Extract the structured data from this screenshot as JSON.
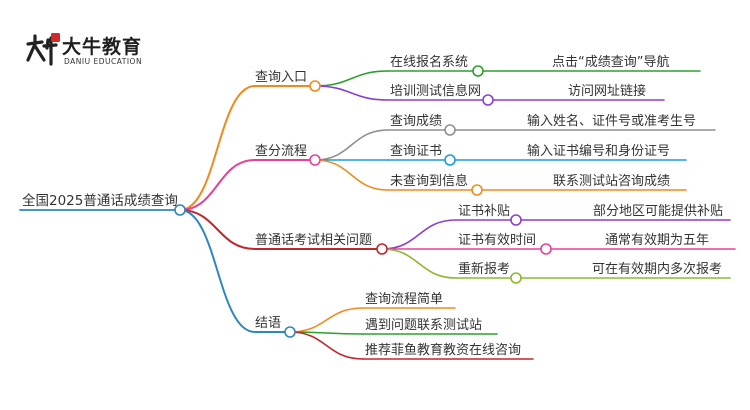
{
  "logo": {
    "title": "大牛教育",
    "subtitle": "DANIU EDUCATION"
  },
  "root": {
    "label": "全国2025普通话成绩查询"
  },
  "branches": [
    {
      "label": "查询入口",
      "color": "#f08a1c",
      "children": [
        {
          "label": "在线报名系统",
          "detail": "点击“成绩查询”导航",
          "color": "#2ca02c"
        },
        {
          "label": "培训测试信息网",
          "detail": "访问网址链接",
          "color": "#8a3fcf"
        }
      ]
    },
    {
      "label": "查分流程",
      "color": "#e8409a",
      "children": [
        {
          "label": "查询成绩",
          "detail": "输入姓名、证件号或准考生号",
          "color": "#8f8f8f"
        },
        {
          "label": "查询证书",
          "detail": "输入证书编号和身份证号",
          "color": "#1a9be0"
        },
        {
          "label": "未查询到信息",
          "detail": "联系测试站咨询成绩",
          "color": "#f08a1c"
        }
      ]
    },
    {
      "label": "普通话考试相关问题",
      "color": "#c0262d",
      "children": [
        {
          "label": "证书补贴",
          "detail": "部分地区可能提供补贴",
          "color": "#8a3fcf"
        },
        {
          "label": "证书有效时间",
          "detail": "通常有效期为五年",
          "color": "#e8409a"
        },
        {
          "label": "重新报考",
          "detail": "可在有效期内多次报考",
          "color": "#8db82e"
        }
      ]
    },
    {
      "label": "结语",
      "color": "#2e86c1",
      "children": [
        {
          "label": "查询流程简单",
          "color": "#f08a1c"
        },
        {
          "label": "遇到问题联系测试站",
          "color": "#2ca02c"
        },
        {
          "label": "推荐菲鱼教育教资在线咨询",
          "color": "#c0262d"
        }
      ]
    }
  ]
}
